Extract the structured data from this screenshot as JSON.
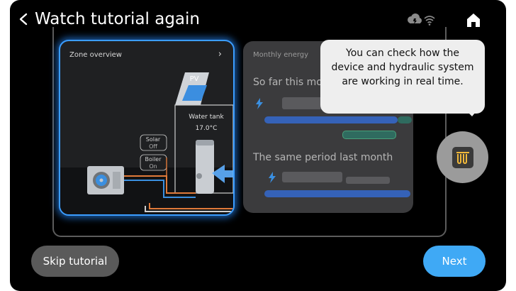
{
  "header": {
    "title": "Watch tutorial again",
    "back_icon": "chevron-left-icon",
    "home_icon": "home-icon",
    "status_icons": [
      "cloud-icon",
      "wifi-icon"
    ]
  },
  "zone_card": {
    "title": "Zone overview",
    "pv_label": "PV",
    "water_tank_label": "Water tank",
    "water_tank_temp": "17.0°C",
    "solar_label": "Solar",
    "solar_status": "Off",
    "boiler_label": "Boiler",
    "boiler_status": "On"
  },
  "energy_card": {
    "title": "Monthly energy",
    "so_far_label": "So far this mo",
    "last_month_label": "The same period last month"
  },
  "tooltip": {
    "text": "You can check how the device and hydraulic system are working in real time."
  },
  "footer": {
    "skip_label": "Skip tutorial",
    "next_label": "Next"
  },
  "colors": {
    "accent_blue": "#3fa9f5",
    "glow_blue": "#3b9dff",
    "pipe_orange": "#e07a3a",
    "bar_blue": "#3562b8",
    "bar_green": "#2f6b5f"
  }
}
